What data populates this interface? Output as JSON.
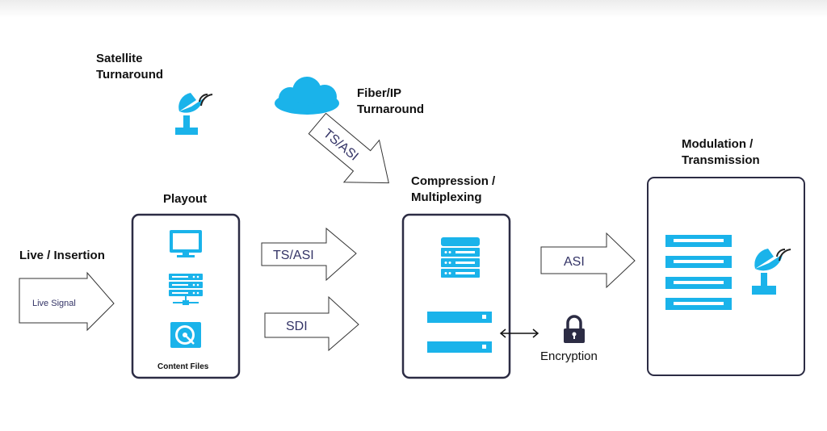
{
  "labels": {
    "satellite_turnaround": [
      "Satellite",
      "Turnaround"
    ],
    "fiber_turnaround": [
      "Fiber/IP",
      "Turnaround"
    ],
    "playout": "Playout",
    "live_insertion": "Live / Insertion",
    "compression": [
      "Compression /",
      "Multiplexing"
    ],
    "modulation": [
      "Modulation /",
      "Transmission"
    ],
    "content_files": "Content Files",
    "encryption": "Encryption"
  },
  "arrows": {
    "live_signal": "Live Signal",
    "ts_asi_diag": "TS/ASI",
    "ts_asi": "TS/ASI",
    "sdi": "SDI",
    "asi": "ASI"
  },
  "colors": {
    "icon_blue": "#1ab3ea",
    "box_border": "#2c2c44",
    "arrow_text": "#333366"
  },
  "icons": [
    "satellite-dish-icon",
    "cloud-icon",
    "monitor-icon",
    "server-rack-icon",
    "hard-drive-icon",
    "lock-icon",
    "double-arrow-icon"
  ]
}
